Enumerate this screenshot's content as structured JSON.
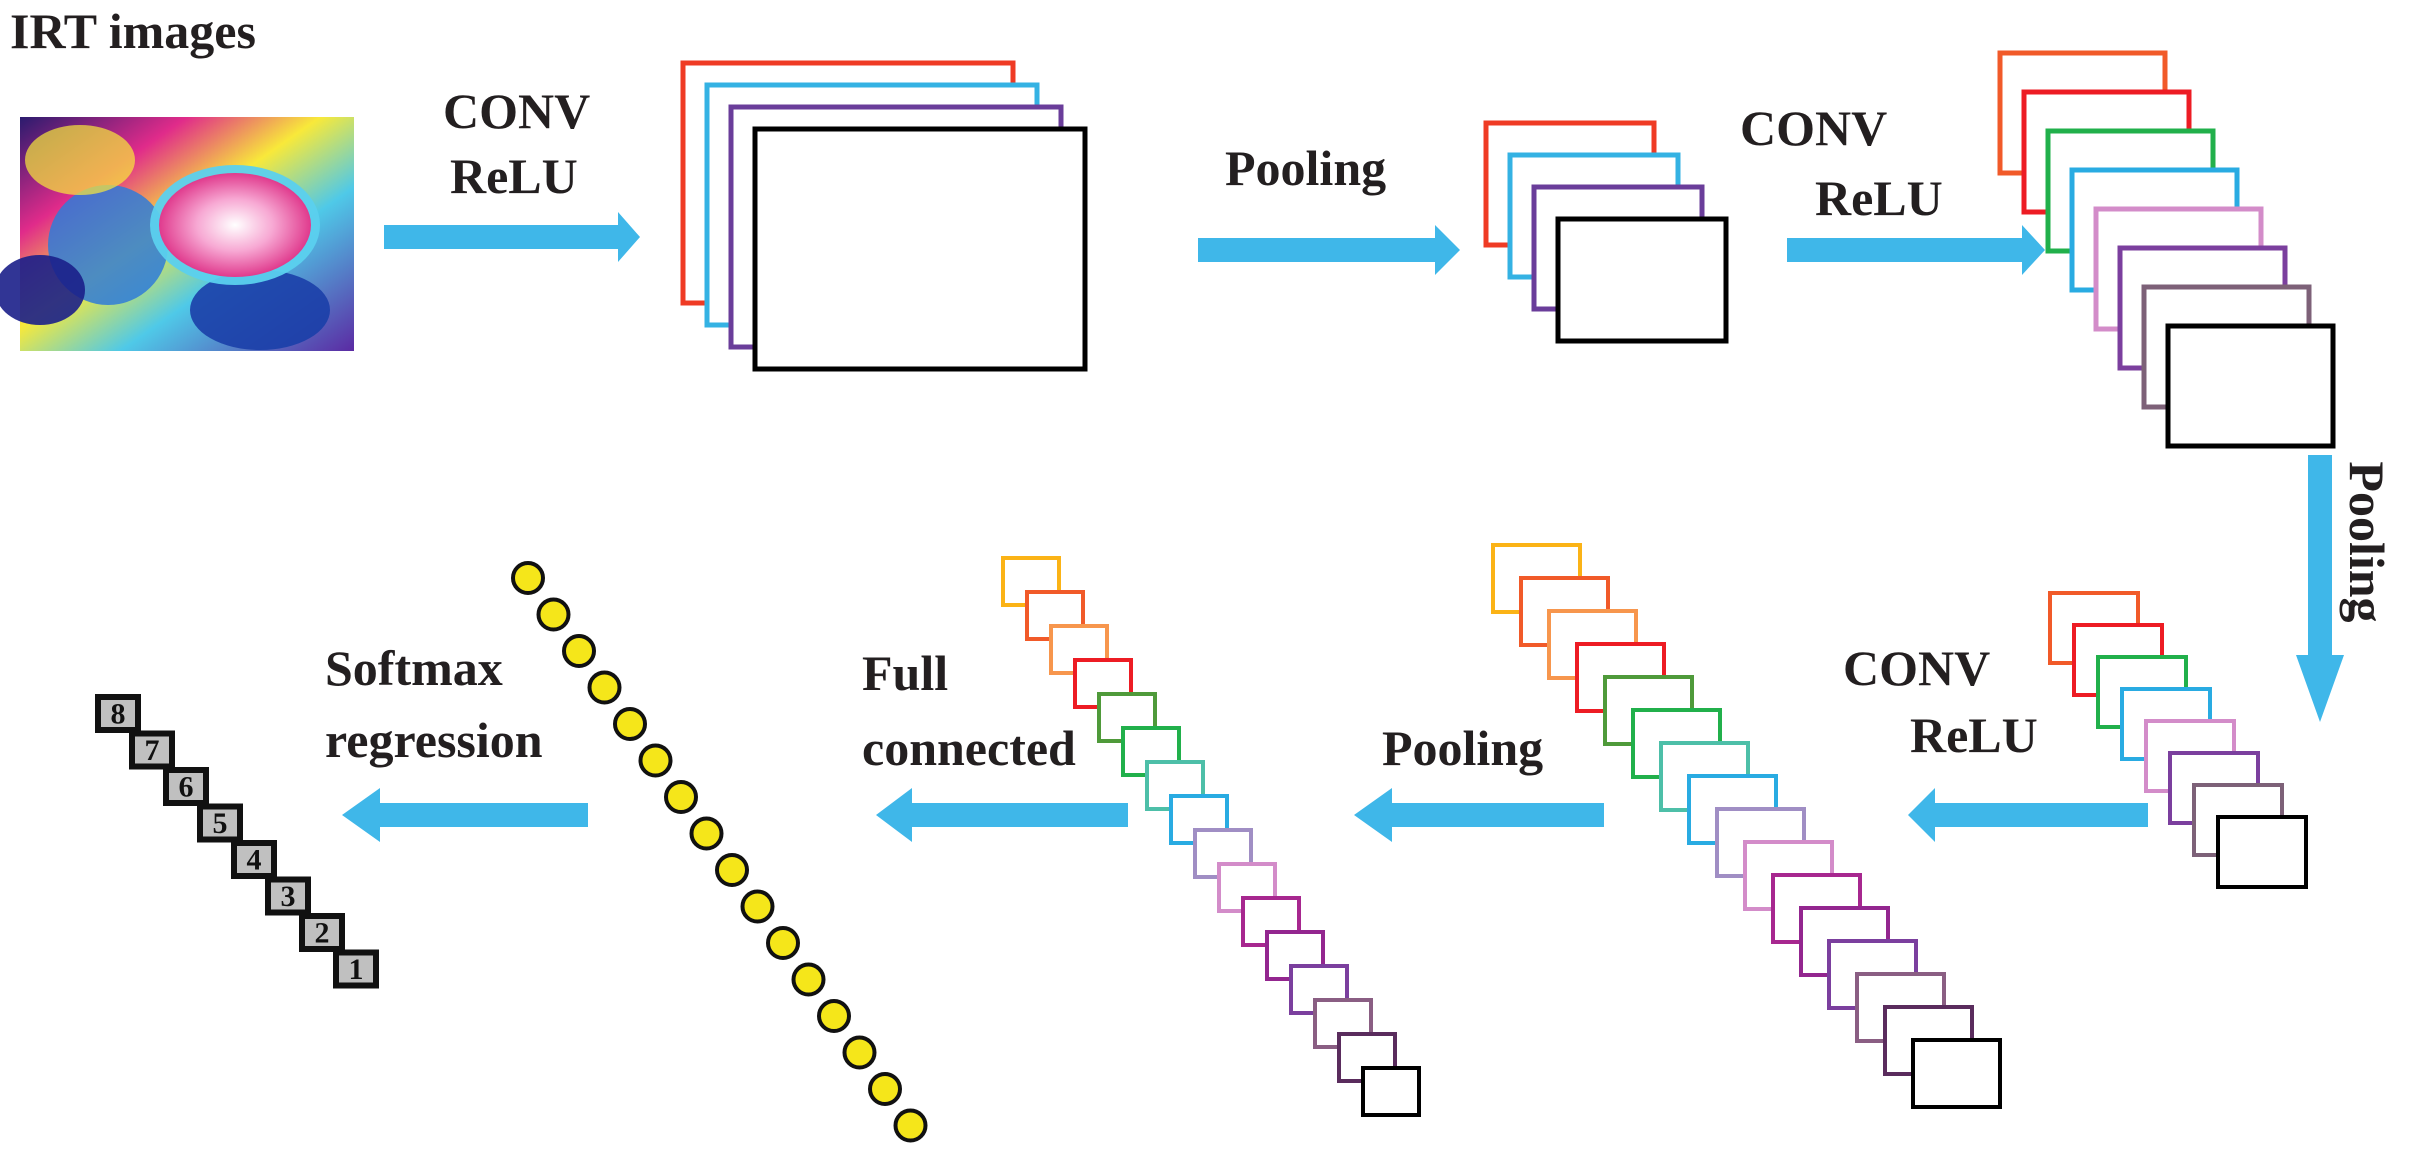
{
  "labels": {
    "input": "IRT images",
    "conv1_a": "CONV",
    "conv1_b": "ReLU",
    "pool1": "Pooling",
    "conv2_a": "CONV",
    "conv2_b": "ReLU",
    "pool2": "Pooling",
    "conv3_a": "CONV",
    "conv3_b": "ReLU",
    "pool3": "Pooling",
    "fc_a": "Full",
    "fc_b": "connected",
    "softmax_a": "Softmax",
    "softmax_b": "regression"
  },
  "output_classes": [
    "8",
    "7",
    "6",
    "5",
    "4",
    "3",
    "2",
    "1"
  ],
  "colors": {
    "arrow": "#3fb7e9",
    "text": "#231f20",
    "neuron": "#f5e61a",
    "output_fill": "#c0c0c0",
    "map_sequence_small": [
      "#ef3b24",
      "#34b2e3",
      "#6a3d9a",
      "#000000"
    ],
    "map_sequence_medium": [
      "#f15a29",
      "#ed1c24",
      "#21b04b",
      "#29abe2",
      "#d38cc9",
      "#7b3f9e",
      "#7d6178",
      "#000000"
    ],
    "map_sequence_large": [
      "#fbb316",
      "#f15a29",
      "#f7964d",
      "#ed1c24",
      "#4f9a3a",
      "#21b04b",
      "#4dbfa8",
      "#29abe2",
      "#a08ec4",
      "#d38cc9",
      "#a7278f",
      "#93268f",
      "#7b3f9e",
      "#8a5e83",
      "#5a2c5d",
      "#000000"
    ]
  }
}
